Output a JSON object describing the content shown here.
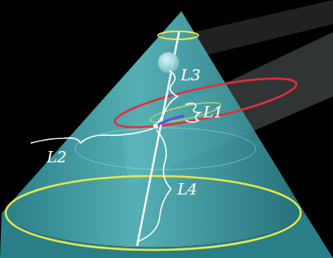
{
  "diagram": {
    "labels": [
      "L3",
      "L1",
      "L2",
      "L4"
    ]
  }
}
